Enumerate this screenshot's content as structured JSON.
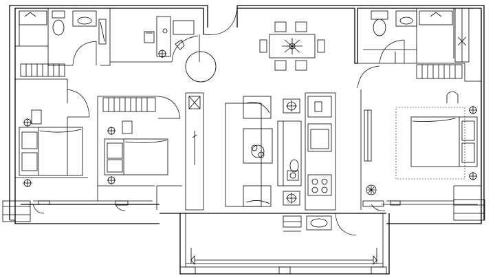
{
  "drawing": {
    "type": "apartment-floor-plan",
    "style": "black-line CAD drawing on white",
    "bedrooms": 3,
    "bathrooms": 2,
    "rooms": [
      "bedroom",
      "bedroom",
      "master-bedroom",
      "bathroom",
      "bathroom",
      "study",
      "living-room",
      "dining-area",
      "kitchen",
      "balcony"
    ],
    "colors": {
      "line": "#000000",
      "background": "#ffffff"
    }
  }
}
